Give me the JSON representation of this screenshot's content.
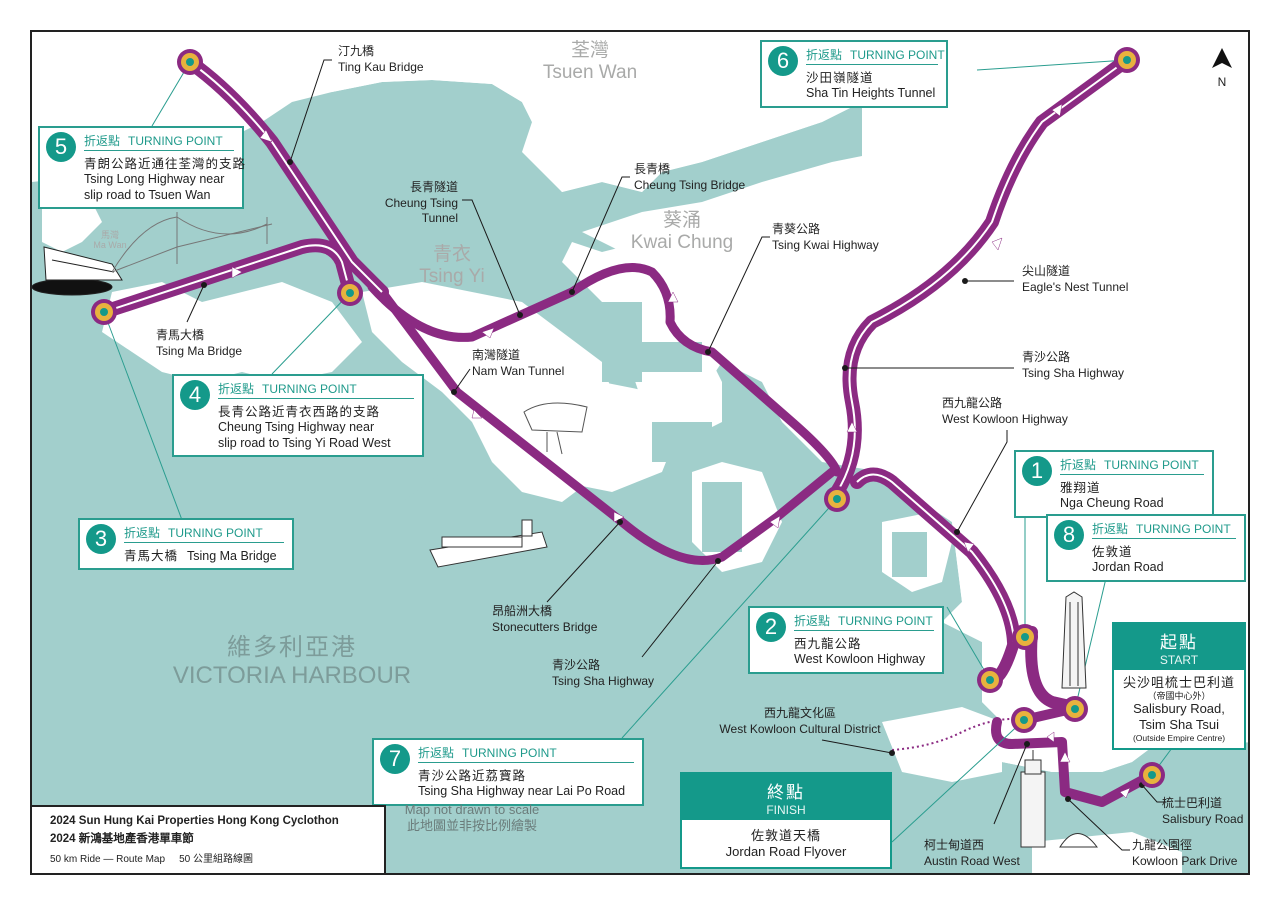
{
  "event": {
    "title_en": "2024 Sun Hung Kai Properties Hong Kong Cyclothon",
    "title_zh": "2024 新鴻基地產香港單車節",
    "subtitle_en": "50 km Ride — Route Map",
    "subtitle_zh": "50 公里組路線圖"
  },
  "scale_note": {
    "en": "Map not drawn to scale",
    "zh": "此地圖並非按比例繪製"
  },
  "compass": {
    "label": "N",
    "icon": "north-arrow-icon"
  },
  "colors": {
    "water": "#a2cfcc",
    "land": "#ffffff",
    "route": "#8b2a82",
    "turning_ring": "#e8b23e",
    "turning_dot": "#14998a",
    "accent": "#14998a",
    "area_text": "#a9aaa9"
  },
  "areas": [
    {
      "id": "tsuen-wan",
      "zh": "荃灣",
      "en": "Tsuen Wan"
    },
    {
      "id": "tsing-yi",
      "zh": "青衣",
      "en": "Tsing Yi"
    },
    {
      "id": "kwai-chung",
      "zh": "葵涌",
      "en": "Kwai  Chung"
    },
    {
      "id": "ma-wan",
      "zh": "馬灣",
      "en": "Ma Wan"
    },
    {
      "id": "victoria-harbour",
      "zh": "維多利亞港",
      "en": "VICTORIA HARBOUR"
    }
  ],
  "roads": [
    {
      "id": "ting-kau-bridge",
      "zh": "汀九橋",
      "en": "Ting Kau Bridge"
    },
    {
      "id": "tsing-ma-bridge",
      "zh": "青馬大橋",
      "en": "Tsing Ma Bridge"
    },
    {
      "id": "cheung-tsing-tunnel",
      "zh": "長青隧道",
      "en": "Cheung Tsing Tunnel"
    },
    {
      "id": "cheung-tsing-bridge",
      "zh": "長青橋",
      "en": "Cheung Tsing Bridge"
    },
    {
      "id": "tsing-kwai-highway",
      "zh": "青葵公路",
      "en": "Tsing Kwai Highway"
    },
    {
      "id": "nam-wan-tunnel",
      "zh": "南灣隧道",
      "en": "Nam Wan Tunnel"
    },
    {
      "id": "eagles-nest-tunnel",
      "zh": "尖山隧道",
      "en": "Eagle's Nest Tunnel"
    },
    {
      "id": "tsing-sha-highway-n",
      "zh": "青沙公路",
      "en": "Tsing Sha Highway"
    },
    {
      "id": "west-kowloon-highway",
      "zh": "西九龍公路",
      "en": "West Kowloon Highway"
    },
    {
      "id": "stonecutters-bridge",
      "zh": "昂船洲大橋",
      "en": "Stonecutters Bridge"
    },
    {
      "id": "tsing-sha-highway-s",
      "zh": "青沙公路",
      "en": "Tsing Sha Highway"
    },
    {
      "id": "wkcd",
      "zh": "西九龍文化區",
      "en": "West Kowloon Cultural District"
    },
    {
      "id": "austin-road-west",
      "zh": "柯士甸道西",
      "en": "Austin Road West"
    },
    {
      "id": "salisbury-road",
      "zh": "梳士巴利道",
      "en": "Salisbury Road"
    },
    {
      "id": "kowloon-park-drive",
      "zh": "九龍公園徑",
      "en": "Kowloon Park Drive"
    }
  ],
  "turning_header": {
    "zh": "折返點",
    "en": "TURNING POINT"
  },
  "turning_points": [
    {
      "num": "1",
      "zh": "雅翔道",
      "en1": "Nga Cheung Road",
      "en2": ""
    },
    {
      "num": "2",
      "zh": "西九龍公路",
      "en1": "West Kowloon Highway",
      "en2": ""
    },
    {
      "num": "3",
      "zh": "青馬大橋",
      "en1": "Tsing Ma Bridge",
      "en2": ""
    },
    {
      "num": "4",
      "zh": "長青公路近青衣西路的支路",
      "en1": "Cheung Tsing Highway near",
      "en2": "slip road to Tsing Yi Road West"
    },
    {
      "num": "5",
      "zh": "青朗公路近通往荃灣的支路",
      "en1": "Tsing Long Highway near",
      "en2": "slip road to Tsuen Wan"
    },
    {
      "num": "6",
      "zh": "沙田嶺隧道",
      "en1": "Sha Tin Heights Tunnel",
      "en2": ""
    },
    {
      "num": "7",
      "zh": "青沙公路近荔寶路",
      "en1": "Tsing Sha Highway near Lai Po Road",
      "en2": ""
    },
    {
      "num": "8",
      "zh": "佐敦道",
      "en1": "Jordan Road",
      "en2": ""
    }
  ],
  "start": {
    "head_zh": "起點",
    "head_en": "START",
    "zh": "尖沙咀梳士巴利道",
    "note_zh": "（帝國中心外）",
    "en1": "Salisbury Road,",
    "en2": "Tsim Sha Tsui",
    "note_en": "(Outside Empire Centre)"
  },
  "finish": {
    "head_zh": "終點",
    "head_en": "FINISH",
    "zh": "佐敦道天橋",
    "en": "Jordan Road Flyover"
  }
}
